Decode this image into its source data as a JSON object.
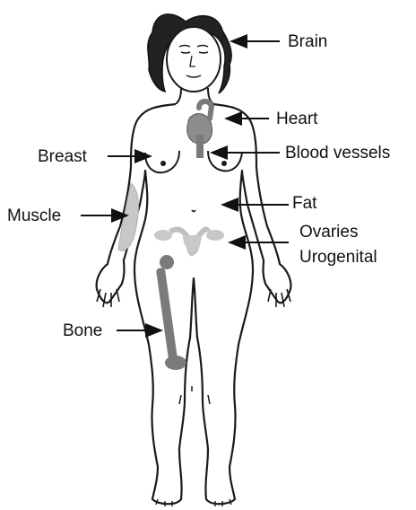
{
  "labels": {
    "brain": "Brain",
    "heart": "Heart",
    "breast": "Breast",
    "blood_vessels": "Blood vessels",
    "muscle": "Muscle",
    "fat": "Fat",
    "ovaries": "Ovaries",
    "urogenital": "Urogenital",
    "bone": "Bone"
  },
  "colors": {
    "outline": "#1a1a1a",
    "hair": "#1f1f1f",
    "organ_gray": "#8c8c8c",
    "light_gray": "#c8c8c8",
    "bone_gray": "#7a7a7a"
  }
}
